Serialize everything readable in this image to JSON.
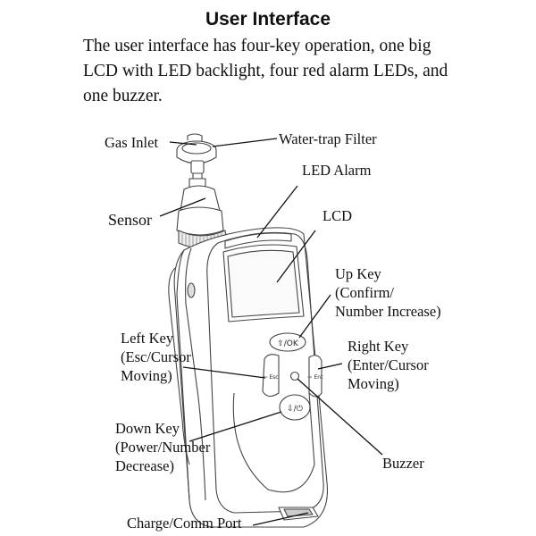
{
  "heading": "User Interface",
  "intro_lines": [
    "The user interface has four-key operation, one big",
    "LCD with LED backlight, four red alarm LEDs, and",
    "one buzzer."
  ],
  "figure": {
    "labels": {
      "gas_inlet": [
        "Gas Inlet"
      ],
      "water_trap_filter": [
        "Water-trap Filter"
      ],
      "led_alarm": [
        "LED Alarm"
      ],
      "sensor": [
        "Sensor"
      ],
      "lcd": [
        "LCD"
      ],
      "up_key": [
        "Up Key",
        "(Confirm/",
        "Number Increase)"
      ],
      "left_key": [
        "Left Key",
        "(Esc/Cursor",
        "Moving)"
      ],
      "right_key": [
        "Right Key",
        "(Enter/Cursor",
        "Moving)"
      ],
      "down_key": [
        "Down Key",
        "(Power/Number",
        "Decrease)"
      ],
      "buzzer": [
        "Buzzer"
      ],
      "charge_port": [
        "Charge/Comm Port"
      ]
    },
    "key_glyphs": {
      "up": "⇧/OK",
      "left": "⇦ Esc",
      "right": "⇨ Ent",
      "down": "⇩/⏻"
    }
  }
}
